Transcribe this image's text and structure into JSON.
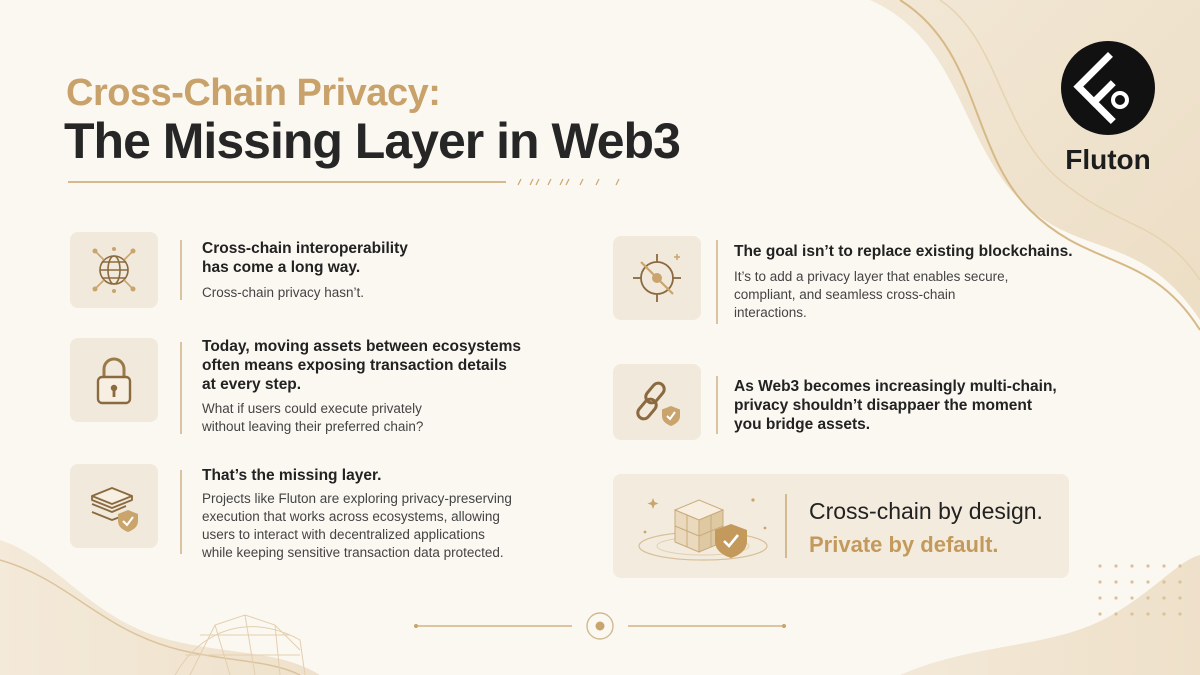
{
  "title": {
    "line1": "Cross-Chain Privacy:",
    "line2": "The Missing Layer in Web3"
  },
  "brand": {
    "name": "Fluton"
  },
  "colors": {
    "accent": "#c8a26a",
    "text_dark": "#262626",
    "tile_bg": "#f1e9dc",
    "page_bg": "#fbf8f2"
  },
  "left_items": [
    {
      "icon": "globe-icon",
      "heading_lines": [
        "Cross-chain interoperability",
        "has come a long way."
      ],
      "body_lines": [
        "Cross-chain privacy hasn’t."
      ]
    },
    {
      "icon": "padlock-icon",
      "heading_lines": [
        "Today, moving assets between ecosystems",
        "often means exposing transaction details",
        "at every step."
      ],
      "body_lines": [
        "What if users could execute privately",
        "without leaving their preferred chain?"
      ]
    },
    {
      "icon": "layers-shield-icon",
      "heading_lines": [
        "That’s the missing layer."
      ],
      "body_lines": [
        "Projects like Fluton are exploring privacy-preserving",
        "execution that works across ecosystems, allowing",
        "users to interact with decentralized applications",
        "while keeping sensitive transaction data protected."
      ]
    }
  ],
  "right_items": [
    {
      "icon": "target-icon",
      "heading_lines": [
        "The goal isn’t to replace existing blockchains."
      ],
      "body_lines": [
        "It’s to add a privacy layer that enables secure,",
        "compliant, and seamless cross-chain",
        "interactions."
      ]
    },
    {
      "icon": "chain-link-shield-icon",
      "heading_lines": [
        "As Web3 becomes increasingly multi-chain,",
        "privacy shouldn’t disappaer the moment",
        "you bridge assets."
      ],
      "body_lines": []
    }
  ],
  "cta": {
    "line1": "Cross-chain by design.",
    "line2": "Private by default."
  }
}
